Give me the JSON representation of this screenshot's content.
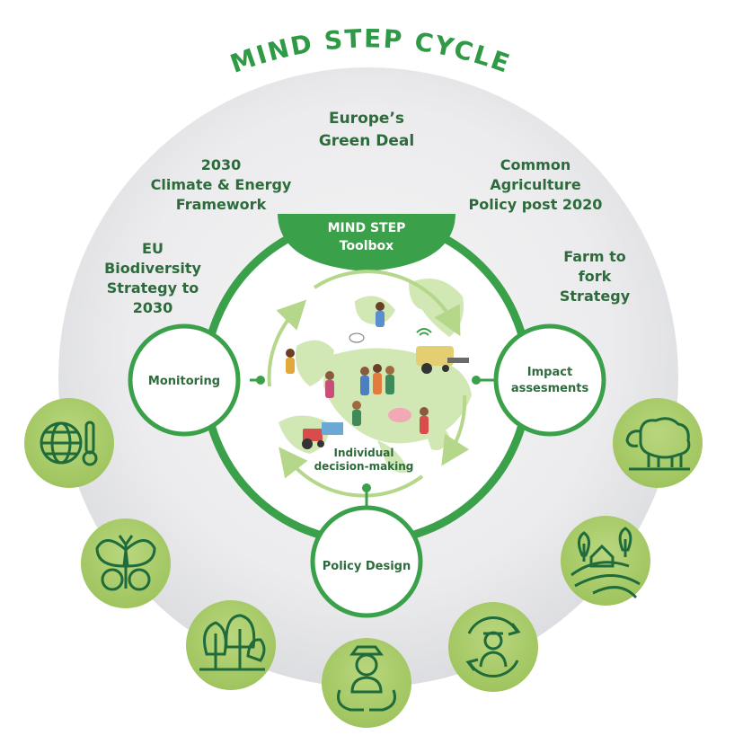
{
  "title": "MIND STEP CYCLE",
  "policies": {
    "green_deal": [
      "Europe’s",
      "Green Deal"
    ],
    "climate": [
      "2030",
      "Climate & Energy",
      "Framework"
    ],
    "cap": [
      "Common",
      "Agriculture",
      "Policy post 2020"
    ],
    "biodiversity": [
      "EU",
      "Biodiversity",
      "Strategy to",
      "2030"
    ],
    "farm_to_fork": [
      "Farm to",
      "fork",
      "Strategy"
    ]
  },
  "toolbox": [
    "MIND STEP",
    "Toolbox"
  ],
  "nodes": {
    "monitoring": "Monitoring",
    "impact": [
      "Impact",
      "assesments"
    ],
    "policy_design": "Policy Design"
  },
  "center_label": [
    "Individual",
    "decision-making"
  ],
  "icons": [
    "globe-thermometer-icon",
    "butterfly-icon",
    "trees-icon",
    "farmer-hands-icon",
    "farmer-cycle-icon",
    "farm-landscape-icon",
    "sheep-icon"
  ],
  "colors": {
    "dark_green": "#2e6b3c",
    "bright_green": "#3aa04a",
    "light_green": "#a8cc6a",
    "grey": "#e6e7e8"
  }
}
